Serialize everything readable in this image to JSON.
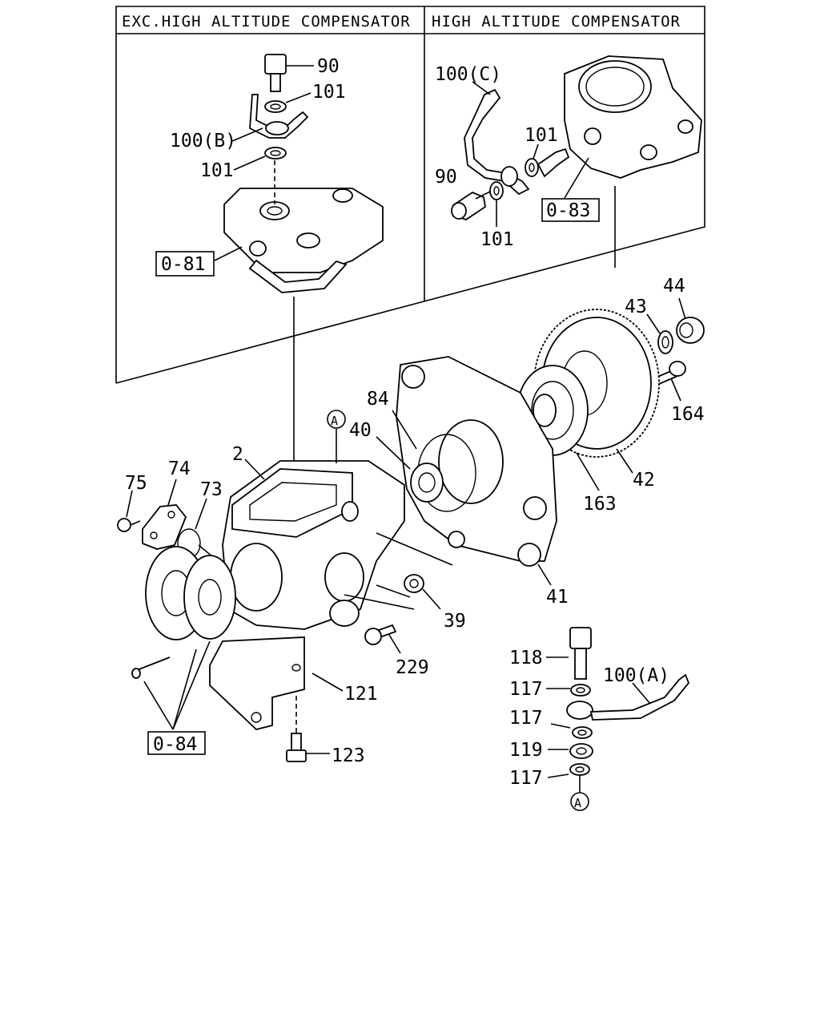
{
  "panels": {
    "left_title": "EXC.HIGH ALTITUDE COMPENSATOR",
    "right_title": "HIGH ALTITUDE COMPENSATOR"
  },
  "callouts": {
    "p90a": "90",
    "p101a": "101",
    "p100b": "100(B)",
    "p101b": "101",
    "ref081": "0-81",
    "p100c": "100(C)",
    "p101c": "101",
    "p90b": "90",
    "p101d": "101",
    "ref083": "0-83",
    "p44": "44",
    "p43": "43",
    "p164": "164",
    "p84": "84",
    "p40": "40",
    "circA1": "A",
    "p2": "2",
    "p74": "74",
    "p75": "75",
    "p73": "73",
    "p42": "42",
    "p163": "163",
    "p41": "41",
    "p39": "39",
    "p229": "229",
    "p121": "121",
    "p123": "123",
    "ref084": "0-84",
    "p118": "118",
    "p117a": "117",
    "p100a": "100(A)",
    "p117b": "117",
    "p119": "119",
    "p117c": "117",
    "circA2": "A"
  }
}
